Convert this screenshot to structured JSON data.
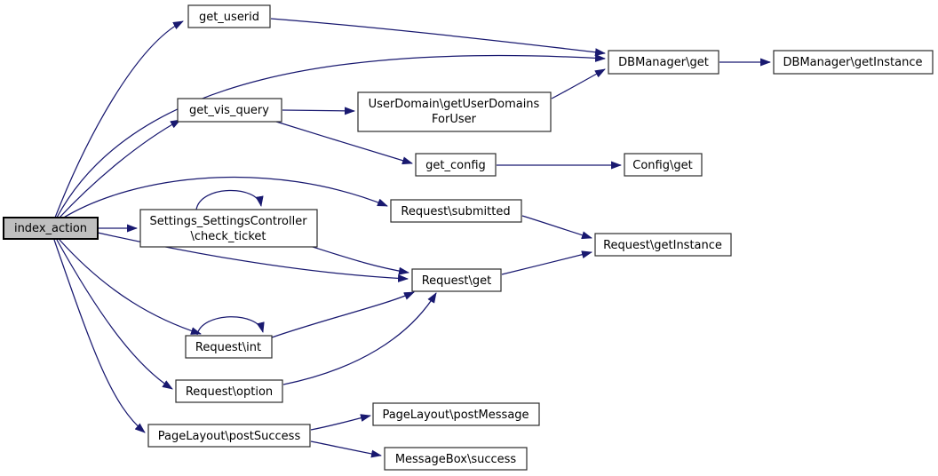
{
  "diagram": {
    "type": "call-graph",
    "background_color": "#ffffff",
    "edge_color": "#191970",
    "node_fill": "#ffffff",
    "node_border_color": "#2b2b2b",
    "highlight_node_fill": "#bfbfbf",
    "nodes": [
      {
        "id": "index_action",
        "label": "index_action",
        "highlighted": true
      },
      {
        "id": "get_userid",
        "label": "get_userid"
      },
      {
        "id": "dbmanager_get",
        "label": "DBManager\\get"
      },
      {
        "id": "dbmanager_getinstance",
        "label": "DBManager\\getInstance"
      },
      {
        "id": "get_vis_query",
        "label": "get_vis_query"
      },
      {
        "id": "userdomain_getuserdomainsforuser",
        "label": "UserDomain\\getUserDomainsForUser",
        "lines": [
          "UserDomain\\getUserDomains",
          "ForUser"
        ]
      },
      {
        "id": "get_config",
        "label": "get_config"
      },
      {
        "id": "config_get",
        "label": "Config\\get"
      },
      {
        "id": "request_submitted",
        "label": "Request\\submitted"
      },
      {
        "id": "settings_settingscontroller_check_ticket",
        "label": "Settings_SettingsController\\check_ticket",
        "lines": [
          "Settings_SettingsController",
          "\\check_ticket"
        ]
      },
      {
        "id": "request_getinstance",
        "label": "Request\\getInstance"
      },
      {
        "id": "request_get",
        "label": "Request\\get"
      },
      {
        "id": "request_int",
        "label": "Request\\int"
      },
      {
        "id": "request_option",
        "label": "Request\\option"
      },
      {
        "id": "pagelayout_postsuccess",
        "label": "PageLayout\\postSuccess"
      },
      {
        "id": "pagelayout_postmessage",
        "label": "PageLayout\\postMessage"
      },
      {
        "id": "messagebox_success",
        "label": "MessageBox\\success"
      }
    ],
    "edges": [
      {
        "from": "index_action",
        "to": "get_userid"
      },
      {
        "from": "index_action",
        "to": "dbmanager_get"
      },
      {
        "from": "index_action",
        "to": "get_vis_query"
      },
      {
        "from": "index_action",
        "to": "request_submitted"
      },
      {
        "from": "index_action",
        "to": "settings_settingscontroller_check_ticket"
      },
      {
        "from": "index_action",
        "to": "request_get"
      },
      {
        "from": "index_action",
        "to": "request_int"
      },
      {
        "from": "index_action",
        "to": "request_option"
      },
      {
        "from": "index_action",
        "to": "pagelayout_postsuccess"
      },
      {
        "from": "get_userid",
        "to": "dbmanager_get"
      },
      {
        "from": "dbmanager_get",
        "to": "dbmanager_getinstance"
      },
      {
        "from": "get_vis_query",
        "to": "userdomain_getuserdomainsforuser"
      },
      {
        "from": "get_vis_query",
        "to": "get_config"
      },
      {
        "from": "userdomain_getuserdomainsforuser",
        "to": "dbmanager_get"
      },
      {
        "from": "get_config",
        "to": "config_get"
      },
      {
        "from": "request_submitted",
        "to": "request_getinstance"
      },
      {
        "from": "settings_settingscontroller_check_ticket",
        "to": "settings_settingscontroller_check_ticket",
        "self_loop": true
      },
      {
        "from": "settings_settingscontroller_check_ticket",
        "to": "request_get"
      },
      {
        "from": "request_get",
        "to": "request_getinstance"
      },
      {
        "from": "request_int",
        "to": "request_int",
        "self_loop": true
      },
      {
        "from": "request_int",
        "to": "request_get"
      },
      {
        "from": "request_option",
        "to": "request_get"
      },
      {
        "from": "pagelayout_postsuccess",
        "to": "pagelayout_postmessage"
      },
      {
        "from": "pagelayout_postsuccess",
        "to": "messagebox_success"
      }
    ]
  }
}
